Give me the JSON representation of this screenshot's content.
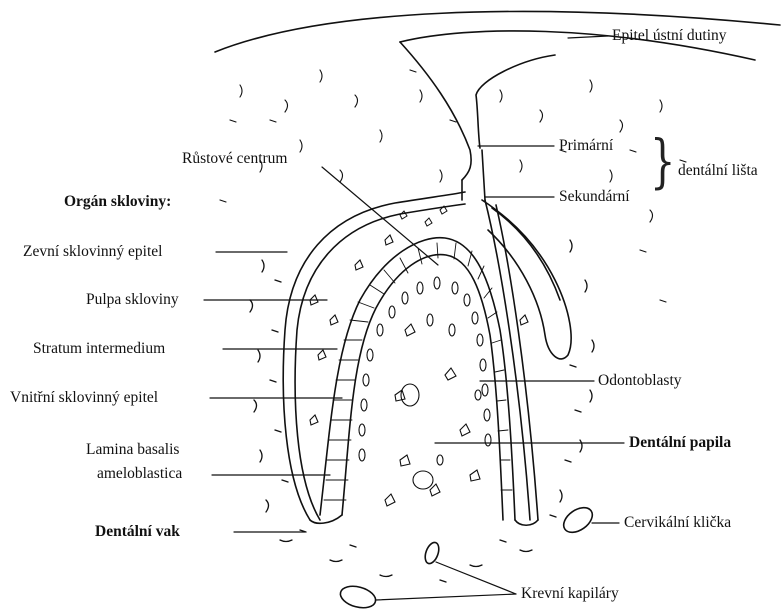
{
  "labels": {
    "epitel_ustni_dutiny": "Epitel ústní dutiny",
    "rustove_centrum": "Růstové centrum",
    "primarni": "Primární",
    "sekundarni": "Sekundární",
    "dentalni_lista": "dentální lišta",
    "organ_skloviny": "Orgán skloviny:",
    "zevni_sklovinny_epitel": "Zevní sklovinný epitel",
    "pulpa_skloviny": "Pulpa skloviny",
    "stratum_intermedium": "Stratum intermedium",
    "vnitrni_sklovinny_epitel": "Vnitřní sklovinný epitel",
    "lamina_basalis_1": "Lamina basalis",
    "lamina_basalis_2": "ameloblastica",
    "odontoblasty": "Odontoblasty",
    "dentalni_papila": "Dentální papila",
    "dentalni_vak": "Dentální vak",
    "cervikalni_klicka": "Cervikální klička",
    "krevni_kapilary": "Krevní kapiláry"
  },
  "colors": {
    "ink": "#111111",
    "background": "#ffffff"
  }
}
